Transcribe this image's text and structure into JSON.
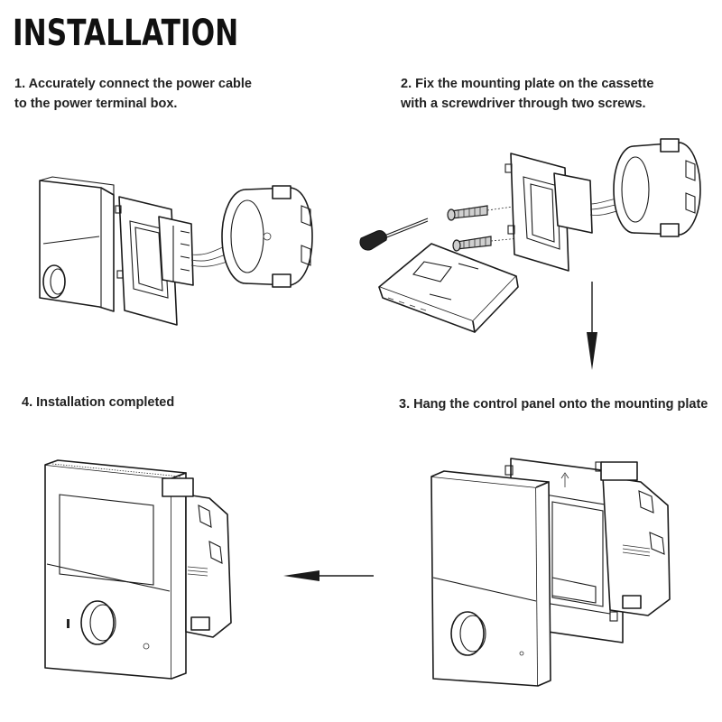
{
  "title": "INSTALLATION",
  "steps": {
    "step1": {
      "line1": "1. Accurately connect the power cable",
      "line2": "to the power terminal box."
    },
    "step2": {
      "line1": "2. Fix the mounting plate on the cassette",
      "line2": "with a screwdriver through two screws."
    },
    "step3": {
      "line1": "3. Hang the control panel onto the mounting plate"
    },
    "step4": {
      "line1": "4. Installation completed"
    }
  },
  "icons": [
    "arrow-down-icon",
    "arrow-left-icon"
  ]
}
